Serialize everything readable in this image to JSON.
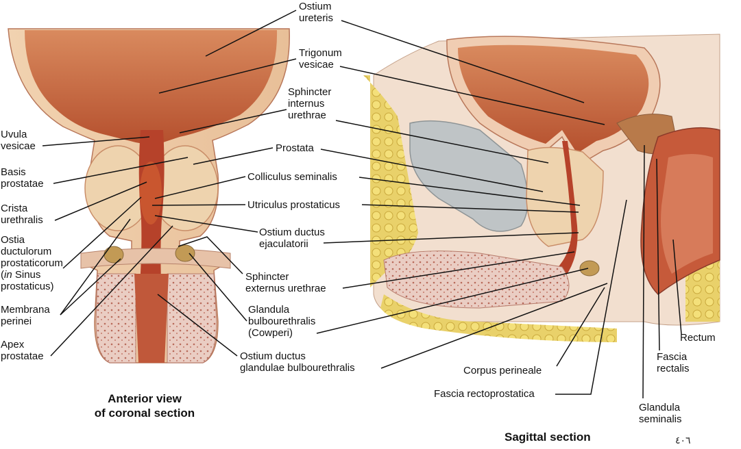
{
  "labels": {
    "ostium_ureteris": [
      "Ostium",
      "ureteris"
    ],
    "trigonum_vesicae": [
      "Trigonum",
      "vesicae"
    ],
    "sphincter_internus": [
      "Sphincter",
      "internus",
      "urethrae"
    ],
    "uvula_vesicae": [
      "Uvula",
      "vesicae"
    ],
    "prostata": "Prostata",
    "basis_prostatae": [
      "Basis",
      "prostatae"
    ],
    "colliculus_seminalis": "Colliculus seminalis",
    "crista_urethralis": [
      "Crista",
      "urethralis"
    ],
    "utriculus_prostaticus": "Utriculus prostaticus",
    "ostia_ductulorum": {
      "line1": "Ostia",
      "line2": "ductulorum",
      "line3": "prostaticorum",
      "line4_paren_open": "(",
      "line4_italic": "in",
      "line4_rest": " Sinus",
      "line5": "prostaticus)"
    },
    "ostium_ductus_ejaculatorii": [
      "Ostium ductus",
      "ejaculatorii"
    ],
    "sphincter_externus": [
      "Sphincter",
      "externus urethrae"
    ],
    "membrana_perinei": [
      "Membrana",
      "perinei"
    ],
    "glandula_bulbourethralis": [
      "Glandula",
      "bulbourethralis",
      "(Cowperi)"
    ],
    "apex_prostatae": [
      "Apex",
      "prostatae"
    ],
    "ostium_ductus_glandulae": [
      "Ostium ductus",
      "glandulae bulbourethralis"
    ],
    "rectum": "Rectum",
    "fascia_rectalis": [
      "Fascia",
      "rectalis"
    ],
    "corpus_perineale": "Corpus perineale",
    "fascia_rectoprostatica": "Fascia rectoprostatica",
    "glandula_seminalis": [
      "Glandula",
      "seminalis"
    ]
  },
  "captions": {
    "coronal": [
      "Anterior view",
      "of coronal section"
    ],
    "sagittal": "Sagittal section"
  },
  "page_mark": "٤٠٦"
}
